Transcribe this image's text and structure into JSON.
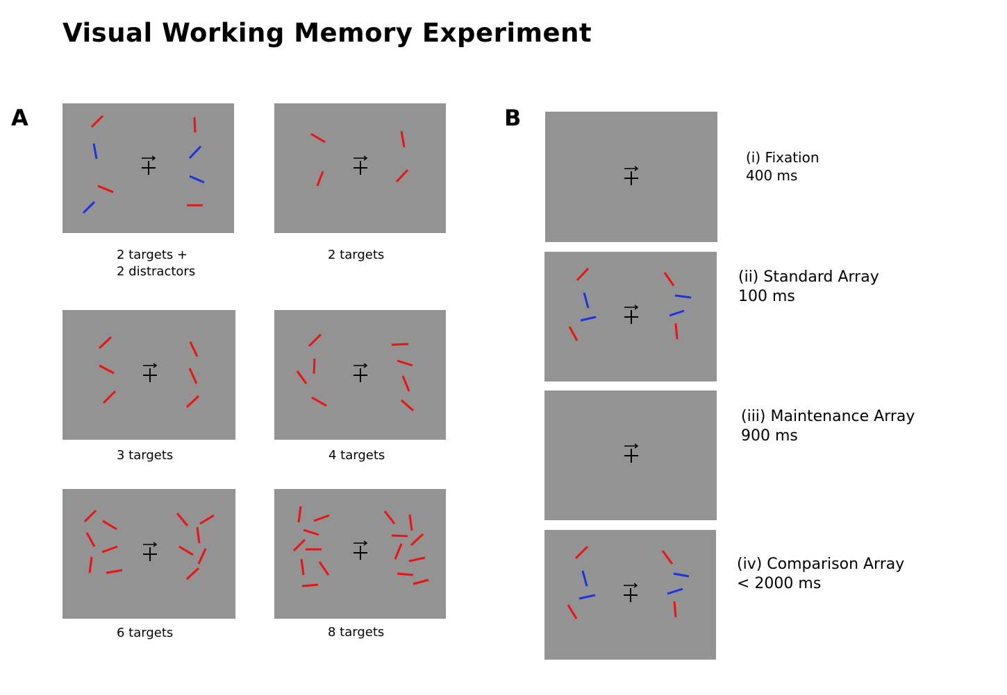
{
  "title": "Visual Working Memory Experiment",
  "panel_a": {
    "letter": "A",
    "conditions": [
      {
        "id": "c1",
        "caption_lines": [
          "2 targets +",
          "2 distractors"
        ]
      },
      {
        "id": "c2",
        "caption_lines": [
          "2 targets"
        ]
      },
      {
        "id": "c3",
        "caption_lines": [
          "3 targets"
        ]
      },
      {
        "id": "c4",
        "caption_lines": [
          "4 targets"
        ]
      },
      {
        "id": "c5",
        "caption_lines": [
          "6 targets"
        ]
      },
      {
        "id": "c6",
        "caption_lines": [
          "8 targets"
        ]
      }
    ]
  },
  "panel_b": {
    "letter": "B",
    "steps": [
      {
        "id": "s1",
        "name": "(i) Fixation",
        "duration": "400 ms"
      },
      {
        "id": "s2",
        "name": "(ii) Standard Array",
        "duration": "100 ms"
      },
      {
        "id": "s3",
        "name": "(iii) Maintenance Array",
        "duration": "900 ms"
      },
      {
        "id": "s4",
        "name": "(iv) Comparison Array",
        "duration": "< 2000 ms"
      }
    ]
  },
  "colors": {
    "background": "#ffffff",
    "screen": "#939393",
    "target": "#ee1111",
    "distractor": "#1a33dd",
    "fixation": "#000000"
  }
}
